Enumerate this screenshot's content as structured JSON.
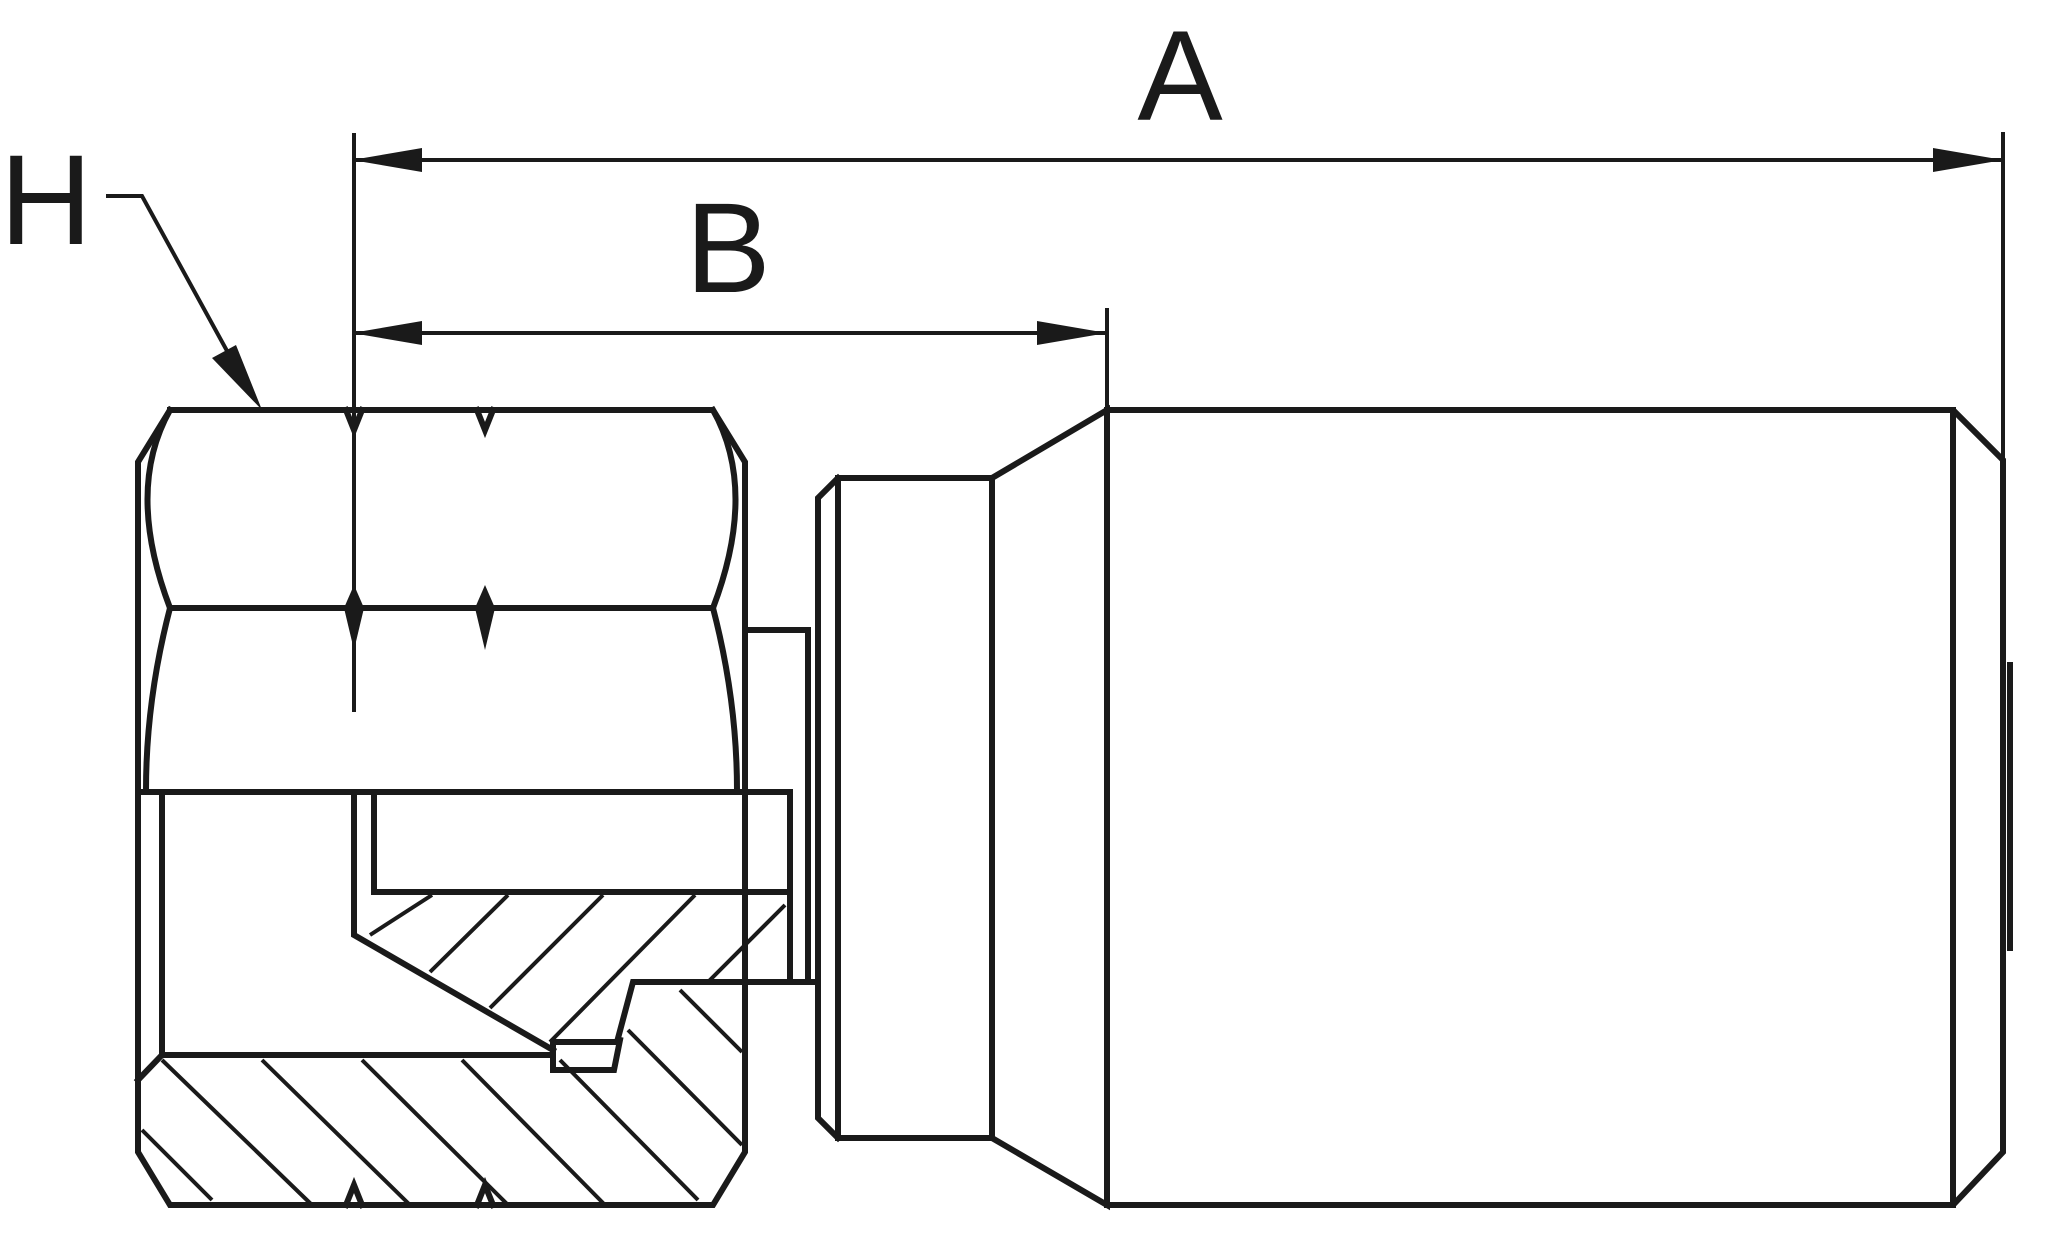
{
  "labels": {
    "A": "A",
    "B": "B",
    "H": "H"
  },
  "colors": {
    "line": "#1a1a1a",
    "background": "#ffffff"
  }
}
